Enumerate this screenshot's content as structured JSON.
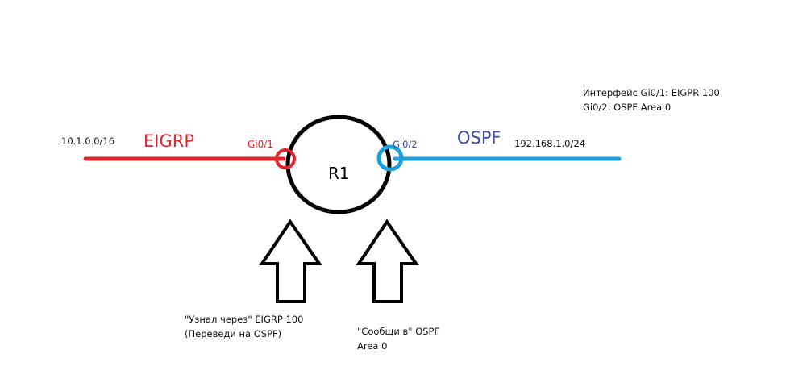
{
  "colors": {
    "eigrp": "#e0242c",
    "ospf": "#1aa0dc",
    "ospf_text": "#3b49a8",
    "router": "#000000",
    "text": "#111111"
  },
  "left": {
    "network": "10.1.0.0/16",
    "protocol": "EIGRP",
    "interface": "Gi0/1"
  },
  "right": {
    "network": "192.168.1.0/24",
    "protocol": "OSPF",
    "interface": "Gi0/2"
  },
  "router": {
    "label": "R1"
  },
  "note": {
    "line1": "Интерфейс Gi0/1: EIGPR 100",
    "line2": "Gi0/2: OSPF Area 0"
  },
  "annotations": {
    "learned": {
      "line1": "\"Узнал через\" EIGRP 100",
      "line2": "(Переведи на OSPF)"
    },
    "advertise": {
      "line1": "\"Сообщи в\" OSPF",
      "line2": "Area 0"
    }
  }
}
